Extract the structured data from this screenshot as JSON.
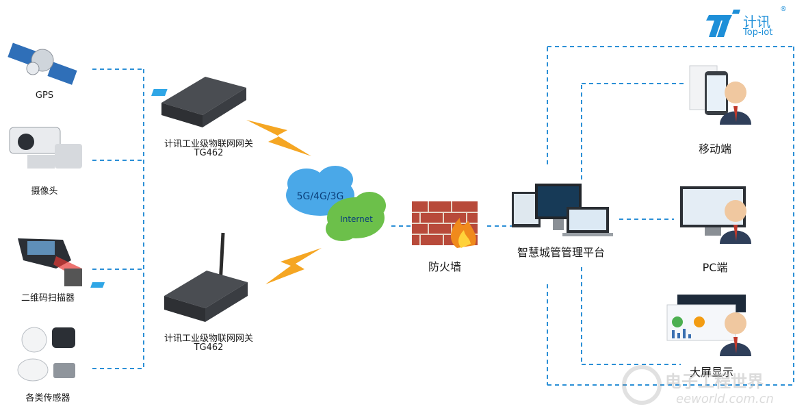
{
  "logo": {
    "brand_cn": "计讯",
    "brand_en": "Top-iot",
    "reg": "®"
  },
  "devices": {
    "gps": "GPS",
    "camera": "摄像头",
    "scanner": "二维码扫描器",
    "sensors": "各类传感器"
  },
  "gateway_top": {
    "name": "计讯工业级物联网网关",
    "model": "TG462"
  },
  "gateway_bottom": {
    "name": "计讯工业级物联网网关",
    "model": "TG462"
  },
  "cloud": {
    "networks": "5G/4G/3G",
    "internet": "Internet"
  },
  "firewall": {
    "label": "防火墙"
  },
  "platform": {
    "label": "智慧城管管理平台"
  },
  "clients": {
    "mobile": "移动端",
    "pc": "PC端",
    "bigscreen": "大屏显示"
  },
  "watermark": {
    "cn": "电子工程世界",
    "url": "eeworld.com.cn"
  },
  "colors": {
    "accent": "#2b8fd6",
    "lightning": "#f5a623",
    "cloud_blue": "#4aa8e8",
    "cloud_green": "#6cc04a",
    "brick": "#b84a3a"
  }
}
